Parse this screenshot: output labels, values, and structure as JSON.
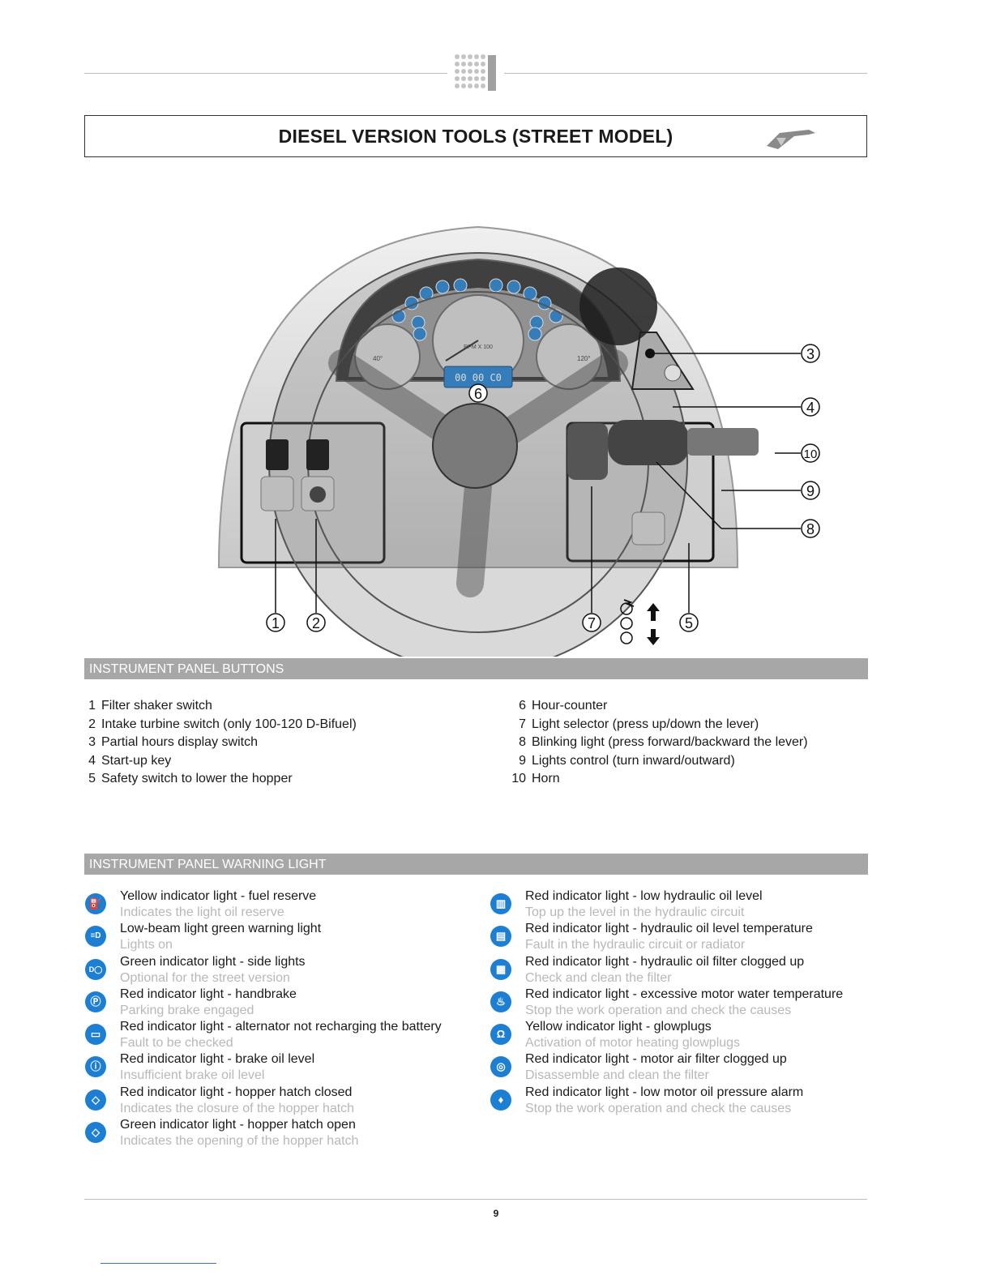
{
  "title": "DIESEL VERSION TOOLS (STREET MODEL)",
  "diagram": {
    "callouts": [
      "1",
      "2",
      "3",
      "4",
      "5",
      "6",
      "7",
      "8",
      "9",
      "10"
    ],
    "display_text": "00 00 C0",
    "gauge_labels": {
      "rpm_unit": "RPM X 100",
      "temp_low": "40°",
      "temp_high": "120°"
    }
  },
  "buttons_section": {
    "heading": "INSTRUMENT PANEL BUTTONS",
    "left": [
      {
        "num": "1",
        "label": "Filter shaker switch"
      },
      {
        "num": "2",
        "label": "Intake turbine switch (only 100-120 D-Bifuel)"
      },
      {
        "num": "3",
        "label": "Partial hours display switch"
      },
      {
        "num": "4",
        "label": "Start-up key"
      },
      {
        "num": "5",
        "label": "Safety switch to lower the hopper"
      }
    ],
    "right": [
      {
        "num": "6",
        "label": "Hour-counter"
      },
      {
        "num": "7",
        "label": "Light selector (press up/down the lever)"
      },
      {
        "num": "8",
        "label": "Blinking light (press forward/backward the lever)"
      },
      {
        "num": "9",
        "label": "Lights control (turn inward/outward)"
      },
      {
        "num": "10",
        "label": "Horn"
      }
    ]
  },
  "warning_section": {
    "heading": "INSTRUMENT PANEL WARNING LIGHT",
    "left": [
      {
        "icon": "fuel-pump-icon",
        "glyph": "⛽",
        "title": "Yellow indicator light - fuel reserve",
        "desc": "Indicates the light oil reserve"
      },
      {
        "icon": "low-beam-icon",
        "glyph": "≡D",
        "title": "Low-beam light green warning light",
        "desc": "Lights on"
      },
      {
        "icon": "side-lights-icon",
        "glyph": "D◯",
        "title": "Green indicator light - side lights",
        "desc": "Optional for the street version"
      },
      {
        "icon": "handbrake-icon",
        "glyph": "Ⓟ",
        "title": "Red indicator light - handbrake",
        "desc": "Parking brake engaged"
      },
      {
        "icon": "battery-icon",
        "glyph": "▭",
        "title": "Red indicator light - alternator not recharging the battery",
        "desc": "Fault to be checked"
      },
      {
        "icon": "brake-oil-icon",
        "glyph": "ⓘ",
        "title": "Red indicator light - brake oil level",
        "desc": "Insufficient brake oil level"
      },
      {
        "icon": "hopper-closed-icon",
        "glyph": "◇",
        "title": "Red indicator light - hopper hatch closed",
        "desc": "Indicates the closure of the hopper hatch"
      },
      {
        "icon": "hopper-open-icon",
        "glyph": "◇",
        "title": "Green indicator light - hopper hatch open",
        "desc": "Indicates the opening of the hopper hatch"
      }
    ],
    "right": [
      {
        "icon": "hydraulic-level-icon",
        "glyph": "▥",
        "title": "Red indicator light - low hydraulic oil level",
        "desc": "Top up the level in the hydraulic circuit"
      },
      {
        "icon": "hydraulic-temp-icon",
        "glyph": "▤",
        "title": "Red indicator light - hydraulic oil level temperature",
        "desc": "Fault in the hydraulic circuit or radiator"
      },
      {
        "icon": "hydraulic-filter-icon",
        "glyph": "▦",
        "title": "Red indicator light - hydraulic oil filter clogged up",
        "desc": "Check and clean the filter"
      },
      {
        "icon": "water-temp-icon",
        "glyph": "♨",
        "title": "Red indicator light - excessive motor water temperature",
        "desc": "Stop the work operation and check the causes"
      },
      {
        "icon": "glowplug-icon",
        "glyph": "Ω",
        "title": "Yellow indicator light - glowplugs",
        "desc": "Activation of motor heating glowplugs"
      },
      {
        "icon": "air-filter-icon",
        "glyph": "◎",
        "title": "Red indicator light - motor air filter clogged up",
        "desc": "Disassemble and clean the filter"
      },
      {
        "icon": "oil-pressure-icon",
        "glyph": "♦",
        "title": "Red indicator light - low motor oil pressure alarm",
        "desc": "Stop the work operation and check the causes"
      }
    ]
  },
  "page_number": "9",
  "colors": {
    "section_bar": "#a7a7a7",
    "icon_blue": "#1c7fd4",
    "desc_gray": "#b8b8b8"
  }
}
